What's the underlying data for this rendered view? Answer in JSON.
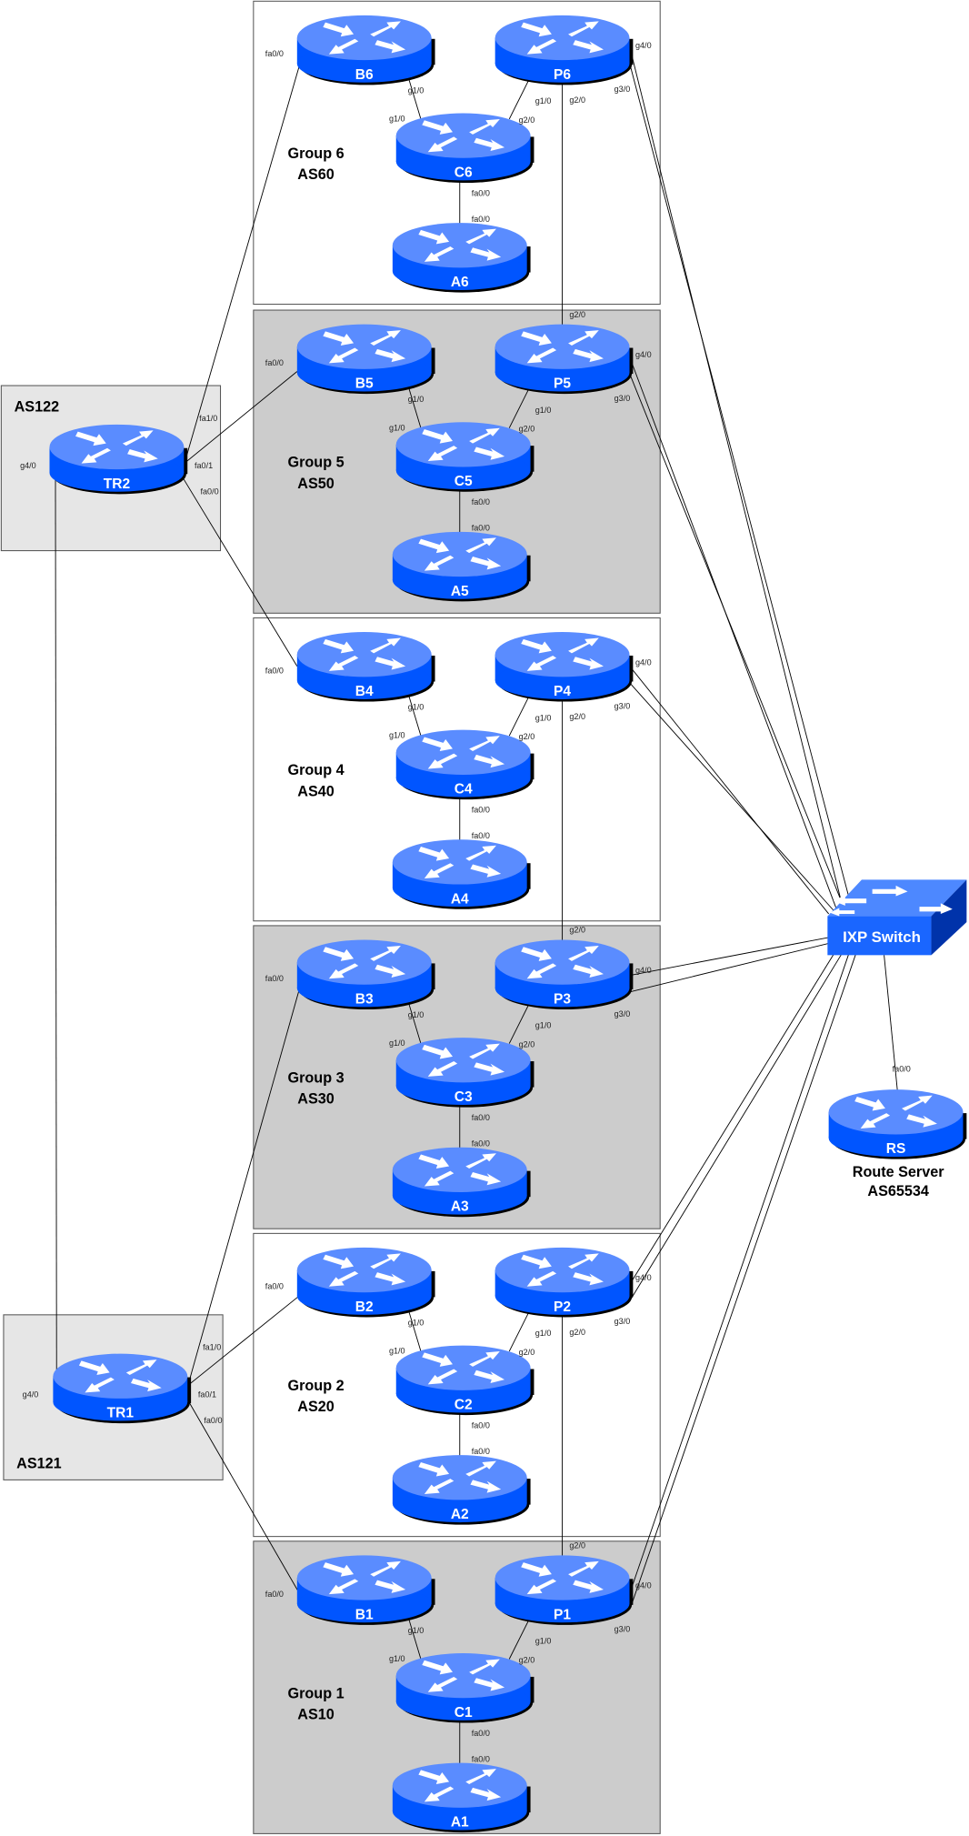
{
  "colors": {
    "router_top": "#5a8cff",
    "router_body": "#0055ff",
    "group_gray": "#cccccc",
    "transit_gray": "#e6e6e6",
    "switch_front": "#1a66ff",
    "switch_top": "#4d88ff",
    "switch_side": "#0033aa"
  },
  "groups": [
    {
      "label": "Group 6",
      "as": "AS60",
      "routers": {
        "B": "B6",
        "P": "P6",
        "C": "C6",
        "A": "A6"
      }
    },
    {
      "label": "Group 5",
      "as": "AS50",
      "routers": {
        "B": "B5",
        "P": "P5",
        "C": "C5",
        "A": "A5"
      }
    },
    {
      "label": "Group 4",
      "as": "AS40",
      "routers": {
        "B": "B4",
        "P": "P4",
        "C": "C4",
        "A": "A4"
      }
    },
    {
      "label": "Group 3",
      "as": "AS30",
      "routers": {
        "B": "B3",
        "P": "P3",
        "C": "C3",
        "A": "A3"
      }
    },
    {
      "label": "Group 2",
      "as": "AS20",
      "routers": {
        "B": "B2",
        "P": "P2",
        "C": "C2",
        "A": "A2"
      }
    },
    {
      "label": "Group 1",
      "as": "AS10",
      "routers": {
        "B": "B1",
        "P": "P1",
        "C": "C1",
        "A": "A1"
      }
    }
  ],
  "iface": {
    "b_tr": "fa0/0",
    "b_c": "g1/0",
    "c_b": "g1/0",
    "p_c": "g1/0",
    "c_p": "g2/0",
    "c_a": "fa0/0",
    "a_c": "fa0/0",
    "p_p": "g2/0",
    "p_g4": "g4/0",
    "p_g3": "g3/0"
  },
  "transit": [
    {
      "as": "AS122",
      "router": "TR2",
      "ifaces": {
        "g4": "g4/0",
        "fa10": "fa1/0",
        "fa01": "fa0/1",
        "fa00": "fa0/0"
      }
    },
    {
      "as": "AS121",
      "router": "TR1",
      "ifaces": {
        "g4": "g4/0",
        "fa10": "fa1/0",
        "fa01": "fa0/1",
        "fa00": "fa0/0"
      }
    }
  ],
  "ixp": {
    "switch_label": "IXP Switch",
    "rs": {
      "name": "RS",
      "title": "Route Server",
      "as": "AS65534",
      "iface": "fa0/0"
    }
  }
}
